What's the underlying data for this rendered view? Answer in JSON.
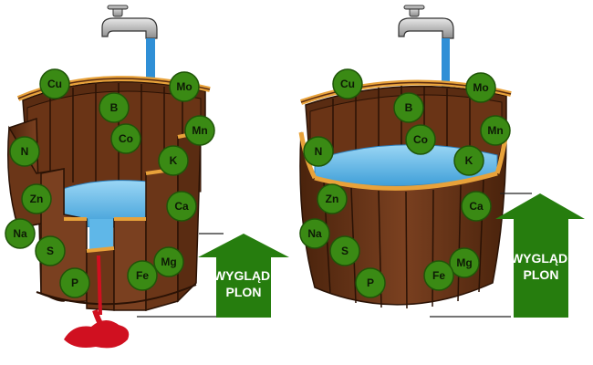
{
  "arrow_label_line1": "WYGLĄD,",
  "arrow_label_line2": "PLON",
  "left_barrel": {
    "nutrients": [
      "Cu",
      "Mo",
      "B",
      "Mn",
      "Co",
      "N",
      "K",
      "Zn",
      "Ca",
      "Na",
      "S",
      "Mg",
      "Fe",
      "P"
    ]
  },
  "right_barrel": {
    "nutrients": [
      "Cu",
      "Mo",
      "B",
      "Mn",
      "Co",
      "N",
      "K",
      "Zn",
      "Ca",
      "Na",
      "S",
      "Mg",
      "Fe",
      "P"
    ]
  },
  "colors": {
    "wood": "#6b3618",
    "wood_dark": "#3a1a08",
    "rim": "#e8a23a",
    "water": "#5fb7e8",
    "nutrient_badge": "#3a8a14",
    "arrow": "#267d0e",
    "spill": "#d01020"
  }
}
